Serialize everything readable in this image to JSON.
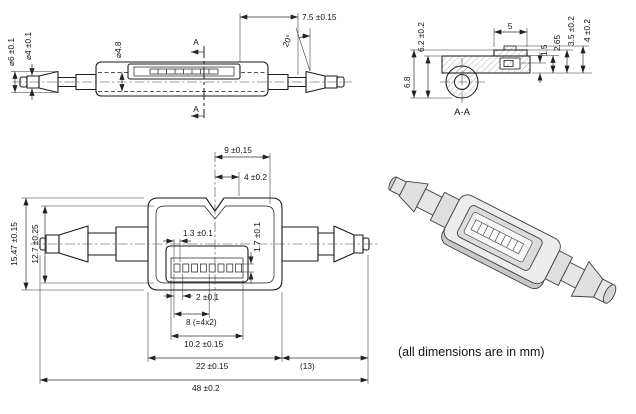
{
  "note": "(all dimensions are in mm)",
  "side_view": {
    "dia6": "⌀6 ±0.1",
    "dia4": "⌀4 ±0.1",
    "dia48": "⌀4.8",
    "len75": "7.5 ±0.15",
    "angle20": "20°",
    "section_top": "A",
    "section_bottom": "A"
  },
  "section_view": {
    "title": "A-A",
    "h68": "6.8",
    "h62": "6.2 ±0.2",
    "w5": "5",
    "h15": "1.5",
    "h265": "2.65",
    "h35": "3.5 ±0.2",
    "h40": "4 ±0.2"
  },
  "front_view": {
    "w9": "9 ±0.15",
    "w4": "4 ±0.2",
    "h1547": "15.47 ±0.15",
    "h127": "12.7 ±0.25",
    "w13": "1.3 ±0.1",
    "h17": "1.7 ±0.1",
    "w2": "2 ±0.1",
    "w8": "8 (=4x2)",
    "w102": "10.2 ±0.15",
    "w22": "22 ±0.15",
    "w13ref": "(13)",
    "w48": "48 ±0.2"
  }
}
